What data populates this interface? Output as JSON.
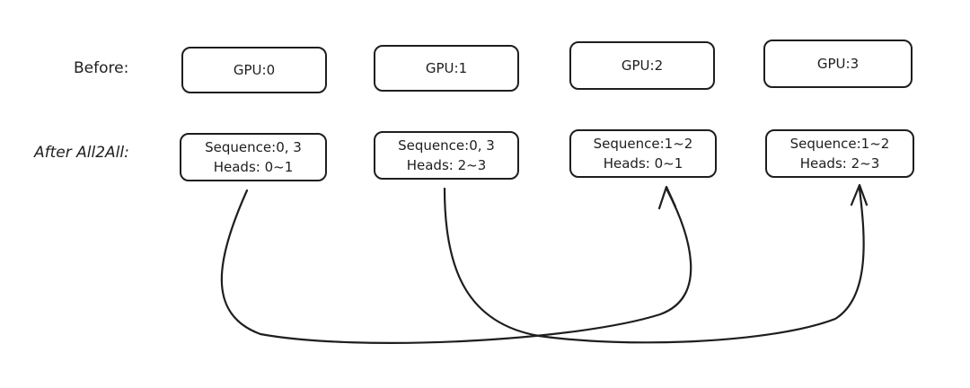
{
  "rows": {
    "before_label": "Before:",
    "after_label": "After All2All:"
  },
  "before_boxes": [
    {
      "label": "GPU:0"
    },
    {
      "label": "GPU:1"
    },
    {
      "label": "GPU:2"
    },
    {
      "label": "GPU:3"
    }
  ],
  "after_boxes": [
    {
      "sequence": "Sequence:0, 3",
      "heads": "Heads: 0~1"
    },
    {
      "sequence": "Sequence:0, 3",
      "heads": "Heads: 2~3"
    },
    {
      "sequence": "Sequence:1~2",
      "heads": "Heads: 0~1"
    },
    {
      "sequence": "Sequence:1~2",
      "heads": "Heads: 2~3"
    }
  ],
  "colors": {
    "stroke": "#1e1e1e",
    "background": "#ffffff"
  },
  "connections": [
    {
      "from": "after-box-gpu0",
      "to": "after-box-gpu2"
    },
    {
      "from": "after-box-gpu1",
      "to": "after-box-gpu3"
    }
  ]
}
